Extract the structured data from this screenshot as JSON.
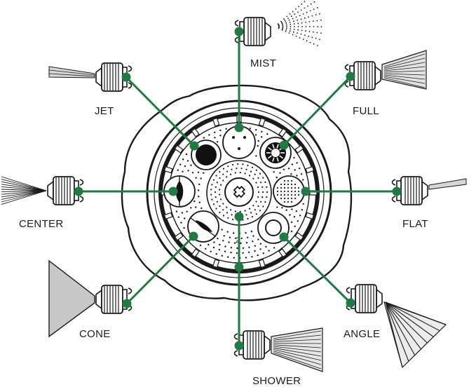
{
  "labels": {
    "mist": "MIST",
    "jet": "JET",
    "full": "FULL",
    "center": "CENTER",
    "flat": "FLAT",
    "cone": "CONE",
    "angle": "ANGLE",
    "shower": "SHOWER"
  },
  "dial_number": "2",
  "colors": {
    "leader_line": "#1f7a43",
    "ink": "#1a1a1a",
    "spray_fill": "#cfcfcf",
    "background": "#ffffff"
  }
}
